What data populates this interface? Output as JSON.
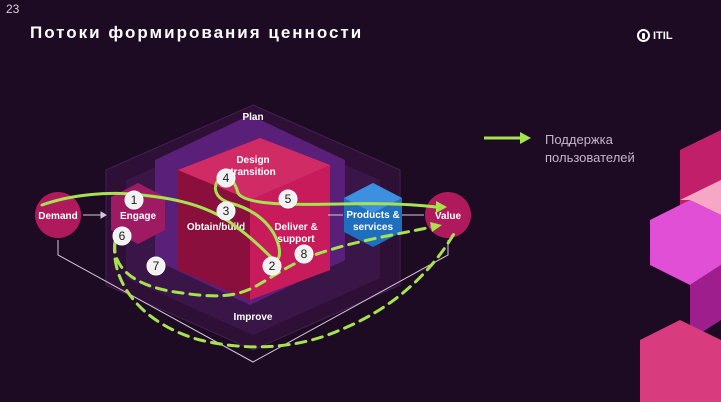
{
  "slide": {
    "number": "23",
    "title": "Потоки формирования ценности",
    "logo_text": "ITIL",
    "legend_text": "Поддержка\nпользователей"
  },
  "diagram": {
    "nodes": {
      "demand": "Demand",
      "engage": "Engage",
      "plan": "Plan",
      "design_transition_1": "Design",
      "design_transition_2": "transition",
      "obtain_build": "Obtain/build",
      "deliver_support_1": "Deliver &",
      "deliver_support_2": "support",
      "products_services_1": "Products &",
      "products_services_2": "services",
      "value": "Value",
      "improve": "Improve"
    },
    "step_markers": [
      "1",
      "2",
      "3",
      "4",
      "5",
      "6",
      "7",
      "8"
    ]
  },
  "colors": {
    "background": "#1c0b22",
    "accent_green": "#a6e34e",
    "magenta": "#b8154f",
    "purple": "#6b2a8c",
    "blue_hex": "#1f6fbf"
  }
}
